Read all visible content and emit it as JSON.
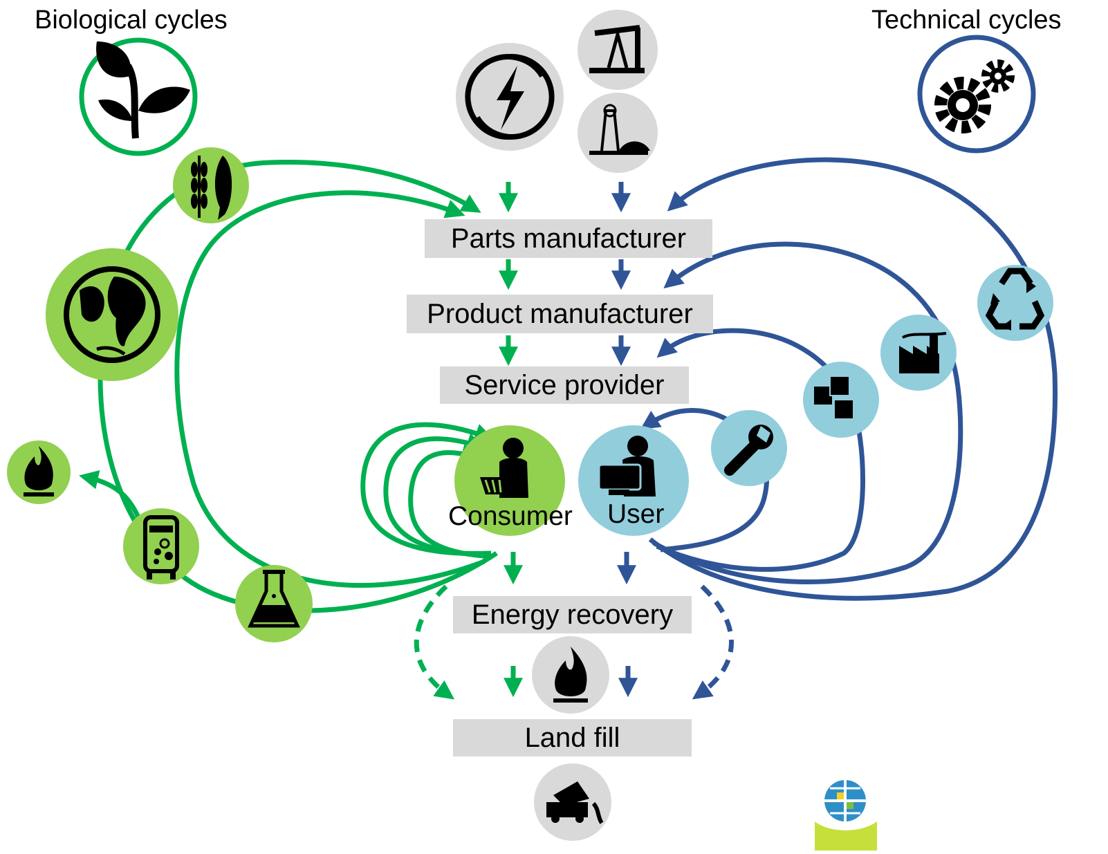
{
  "headings": {
    "biological": "Biological cycles",
    "technical": "Technical cycles"
  },
  "stages": {
    "parts": "Parts manufacturer",
    "product": "Product manufacturer",
    "service": "Service provider",
    "energy": "Energy recovery",
    "landfill": "Land fill"
  },
  "actors": {
    "consumer": "Consumer",
    "user": "User"
  },
  "colors": {
    "bio_green": "#00b050",
    "bio_fill": "#92d050",
    "tech_blue": "#2f5597",
    "tech_fill": "#92cddc",
    "box_grey": "#d9d9d9",
    "icon_grey": "#d9d9d9"
  },
  "icons": {
    "biological_cycle": "plant-icon",
    "technical_cycle": "gears-icon",
    "renewable_energy": "renewable-energy-icon",
    "oil": "oil-pump-icon",
    "coal": "coal-mine-icon",
    "farming_fishing": "wheat-fish-icon",
    "biosphere": "globe-icon",
    "burning": "fire-icon",
    "biogas": "biogas-digester-icon",
    "biochemical": "flask-icon",
    "recycle": "recycle-icon",
    "refurbish": "factory-icon",
    "redistribute": "boxes-icon",
    "maintain": "wrench-icon",
    "consumer": "shopper-icon",
    "user": "computer-user-icon",
    "energy_recovery": "fire-icon",
    "landfill": "dump-truck-icon",
    "logo": "globe-logo-icon"
  }
}
